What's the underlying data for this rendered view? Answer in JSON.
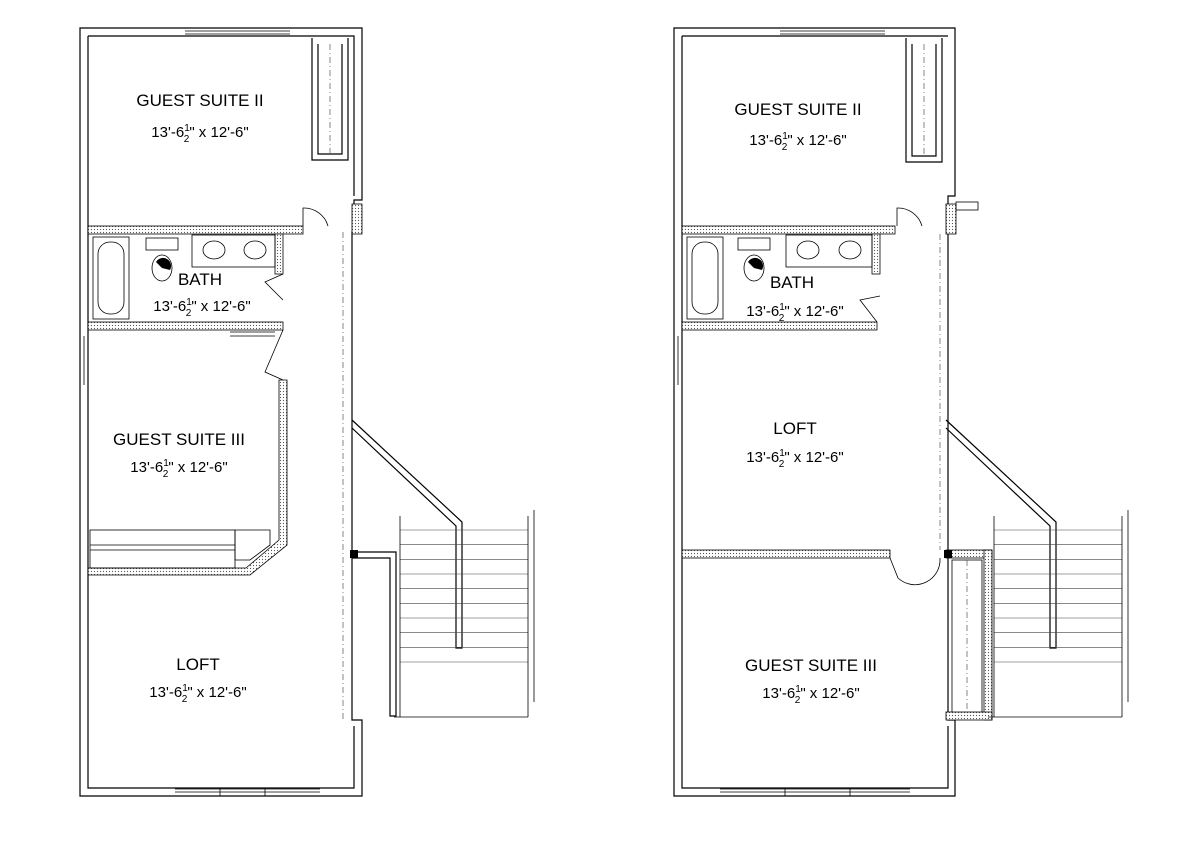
{
  "plans": [
    {
      "id": "plan-a",
      "rooms": [
        {
          "name": "GUEST SUITE II",
          "dim_a": "13'-6",
          "dim_num": "1",
          "dim_den": "2",
          "dim_b": "\" x 12'-6\""
        },
        {
          "name": "BATH",
          "dim_a": "13'-6",
          "dim_num": "1",
          "dim_den": "2",
          "dim_b": "\" x 12'-6\""
        },
        {
          "name": "GUEST SUITE III",
          "dim_a": "13'-6",
          "dim_num": "1",
          "dim_den": "2",
          "dim_b": "\" x 12'-6\""
        },
        {
          "name": "LOFT",
          "dim_a": "13'-6",
          "dim_num": "1",
          "dim_den": "2",
          "dim_b": "\" x 12'-6\""
        }
      ]
    },
    {
      "id": "plan-b",
      "rooms": [
        {
          "name": "GUEST SUITE II",
          "dim_a": "13'-6",
          "dim_num": "1",
          "dim_den": "2",
          "dim_b": "\" x 12'-6\""
        },
        {
          "name": "BATH",
          "dim_a": "13'-6",
          "dim_num": "1",
          "dim_den": "2",
          "dim_b": "\" x 12'-6\""
        },
        {
          "name": "LOFT",
          "dim_a": "13'-6",
          "dim_num": "1",
          "dim_den": "2",
          "dim_b": "\" x 12'-6\""
        },
        {
          "name": "GUEST SUITE III",
          "dim_a": "13'-6",
          "dim_num": "1",
          "dim_den": "2",
          "dim_b": "\" x 12'-6\""
        }
      ]
    }
  ],
  "colors": {
    "line": "#000000",
    "background": "#ffffff"
  }
}
